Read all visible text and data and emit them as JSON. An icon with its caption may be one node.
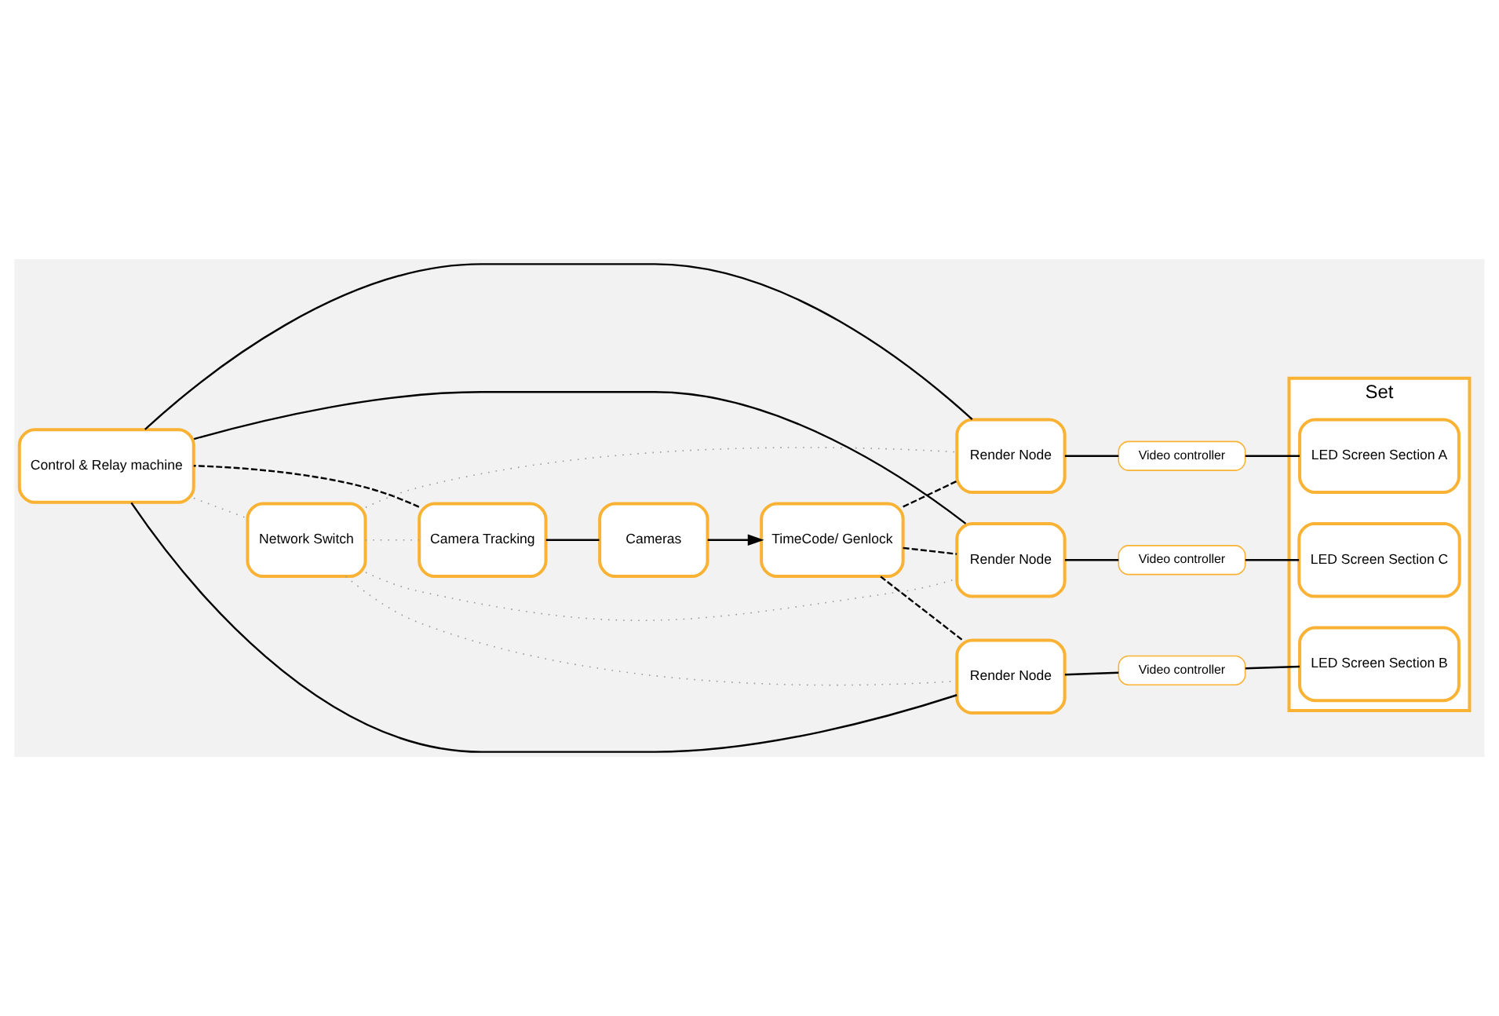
{
  "diagram": {
    "nodes": [
      {
        "text": [
          "Camera Tracking"
        ]
      },
      {
        "text": [
          "Cameras"
        ]
      },
      {
        "text": [
          "Network Switch"
        ]
      },
      {
        "text": [
          "TimeCode/ Genlock"
        ]
      },
      {
        "text": [
          "Set"
        ]
      },
      {
        "text": [
          "Control & Relay machine"
        ]
      },
      {
        "text": [
          "Render Node"
        ]
      },
      {
        "text": [
          "Video controller"
        ]
      },
      {
        "text": [
          "LED Screen Section A"
        ],
        "in": 4
      },
      {
        "text": [
          "Render Node"
        ]
      },
      {
        "text": [
          "Video controller"
        ]
      },
      {
        "text": [
          "LED Screen Section B"
        ],
        "in": 4
      },
      {
        "text": [
          "Render Node"
        ]
      },
      {
        "text": [
          "Video controller"
        ]
      },
      {
        "text": [
          "LED Screen Section C"
        ],
        "in": 4
      }
    ],
    "edges": [
      {
        "from": 0,
        "to": 1,
        "arrow": "none"
      },
      {
        "from": 1,
        "to": 3,
        "arrow": "to"
      },
      {
        "from": 0,
        "to": 5,
        "arrow": "none",
        "style": "dashed"
      },
      {
        "from": 2,
        "to": 0,
        "arrow": "none",
        "style": "dashed",
        "color": "#999999"
      },
      {
        "from": 5,
        "to": 2,
        "arrow": "none",
        "style": "dashed",
        "color": "#999999"
      },
      {
        "from": 2,
        "to": 6,
        "arrow": "none",
        "style": "dashed",
        "color": "#999999"
      },
      {
        "from": 2,
        "to": 9,
        "arrow": "none",
        "style": "dashed",
        "color": "#999999"
      },
      {
        "from": 2,
        "to": 12,
        "arrow": "none",
        "style": "dashed",
        "color": "#999999"
      },
      {
        "from": 3,
        "to": 6,
        "arrow": "none",
        "style": "dashed"
      },
      {
        "from": 3,
        "to": 9,
        "arrow": "none",
        "style": "dashed"
      },
      {
        "from": 3,
        "to": 12,
        "arrow": "none",
        "style": "dashed"
      },
      {
        "from": 5,
        "to": 6,
        "arrow": "none"
      },
      {
        "from": 5,
        "to": 9,
        "arrow": "none"
      },
      {
        "from": 5,
        "to": 12,
        "arrow": "none"
      },
      {
        "from": 6,
        "to": 7,
        "arrow": "none"
      },
      {
        "from": 7,
        "to": 8,
        "arrow": "none"
      },
      {
        "from": 9,
        "to": 10,
        "arrow": "none"
      },
      {
        "from": 10,
        "to": 11,
        "arrow": "none"
      },
      {
        "from": 12,
        "to": 13,
        "arrow": "none"
      },
      {
        "from": 13,
        "to": 14,
        "arrow": "none"
      }
    ]
  }
}
